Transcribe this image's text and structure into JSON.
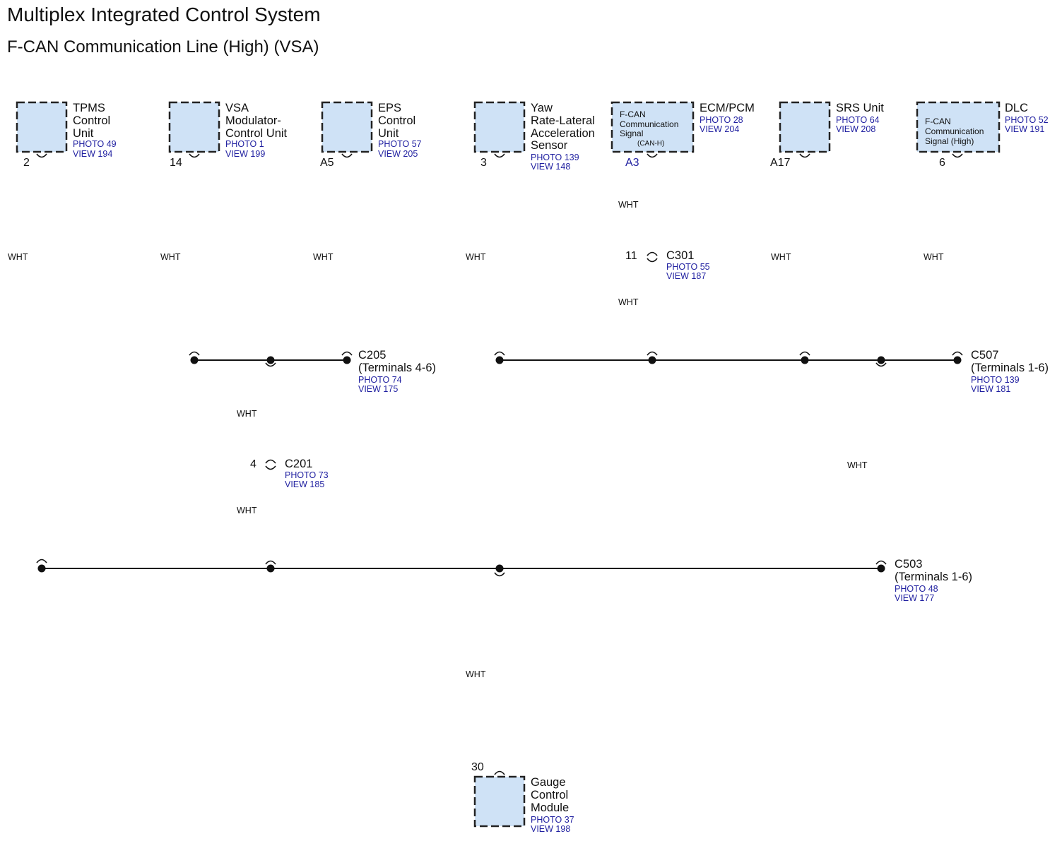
{
  "header": {
    "title": "Multiplex Integrated Control System",
    "subtitle": "F-CAN Communication Line (High) (VSA)"
  },
  "components": {
    "tpms": {
      "name_lines": [
        "TPMS",
        "Control",
        "Unit"
      ],
      "photo": "PHOTO 49",
      "view": "VIEW 194",
      "pin": "2"
    },
    "vsa": {
      "name_lines": [
        "VSA",
        "Modulator-",
        "Control Unit"
      ],
      "photo": "PHOTO 1",
      "view": "VIEW 199",
      "pin": "14"
    },
    "eps": {
      "name_lines": [
        "EPS",
        "Control",
        "Unit"
      ],
      "photo": "PHOTO 57",
      "view": "VIEW 205",
      "pin": "A5"
    },
    "yaw": {
      "name_lines": [
        "Yaw",
        "Rate-Lateral",
        "Acceleration",
        "Sensor"
      ],
      "photo": "PHOTO 139",
      "view": "VIEW 148",
      "pin": "3"
    },
    "ecm": {
      "name_lines": [
        "ECM/PCM"
      ],
      "photo": "PHOTO 28",
      "view": "VIEW 204",
      "pin": "A3",
      "inner_lines": [
        "F-CAN",
        "Communication",
        "Signal",
        "(CAN-H)"
      ]
    },
    "srs": {
      "name_lines": [
        "SRS Unit"
      ],
      "photo": "PHOTO 64",
      "view": "VIEW 208",
      "pin": "A17"
    },
    "dlc": {
      "name_lines": [
        "DLC"
      ],
      "photo": "PHOTO 52",
      "view": "VIEW 191",
      "pin": "6",
      "inner_lines": [
        "F-CAN",
        "Communication",
        "Signal (High)"
      ]
    },
    "gauge": {
      "name_lines": [
        "Gauge",
        "Control",
        "Module"
      ],
      "photo": "PHOTO 37",
      "view": "VIEW 198",
      "pin": "30"
    }
  },
  "connectors": {
    "c205": {
      "name": "C205",
      "terminals": "(Terminals 4-6)",
      "photo": "PHOTO 74",
      "view": "VIEW 175"
    },
    "c507": {
      "name": "C507",
      "terminals": "(Terminals 1-6)",
      "photo": "PHOTO 139",
      "view": "VIEW 181"
    },
    "c503": {
      "name": "C503",
      "terminals": "(Terminals 1-6)",
      "photo": "PHOTO 48",
      "view": "VIEW 177"
    },
    "c201": {
      "name": "C201",
      "pin": "4",
      "photo": "PHOTO 73",
      "view": "VIEW 185"
    },
    "c301": {
      "name": "C301",
      "pin": "11",
      "photo": "PHOTO 55",
      "view": "VIEW 187"
    }
  },
  "wire_color": "WHT",
  "colors": {
    "component_fill": "#cfe2f6",
    "reference_text": "#1f1fa0",
    "wire": "#111111"
  }
}
